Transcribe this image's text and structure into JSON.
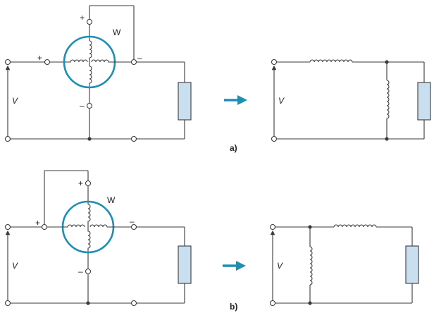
{
  "colors": {
    "meter": "#1b8fb4",
    "load_fill": "#c9dff0",
    "arrow": "#1b8fb4",
    "wire": "#3a3a3a"
  },
  "diagram_a": {
    "meter_label": "W",
    "plus_top": "+",
    "plus_left": "+",
    "minus_right": "–",
    "minus_bottom": "–",
    "voltage": "V",
    "equiv_voltage": "V",
    "caption": "a)"
  },
  "diagram_b": {
    "meter_label": "W",
    "plus_top": "+",
    "plus_left": "+",
    "minus_right": "–",
    "minus_bottom": "–",
    "voltage": "V",
    "equiv_voltage": "V",
    "caption": "b)"
  },
  "icons": [
    "voltage-arrow-icon",
    "equivalent-arrow-icon",
    "load-resistor-icon",
    "inductor-coil-icon"
  ]
}
